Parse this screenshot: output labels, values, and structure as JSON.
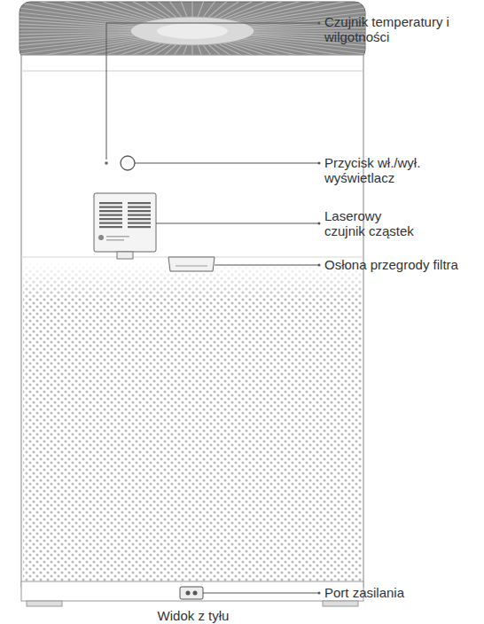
{
  "diagram": {
    "caption": "Widok z tyłu",
    "labels": [
      "Czujnik temperatury i wilgotności",
      "Przycisk wł./wył. wyświetlacz",
      "Laserowy czujnik cząstek",
      "Osłona przegrody filtra",
      "Port zasilania"
    ]
  }
}
